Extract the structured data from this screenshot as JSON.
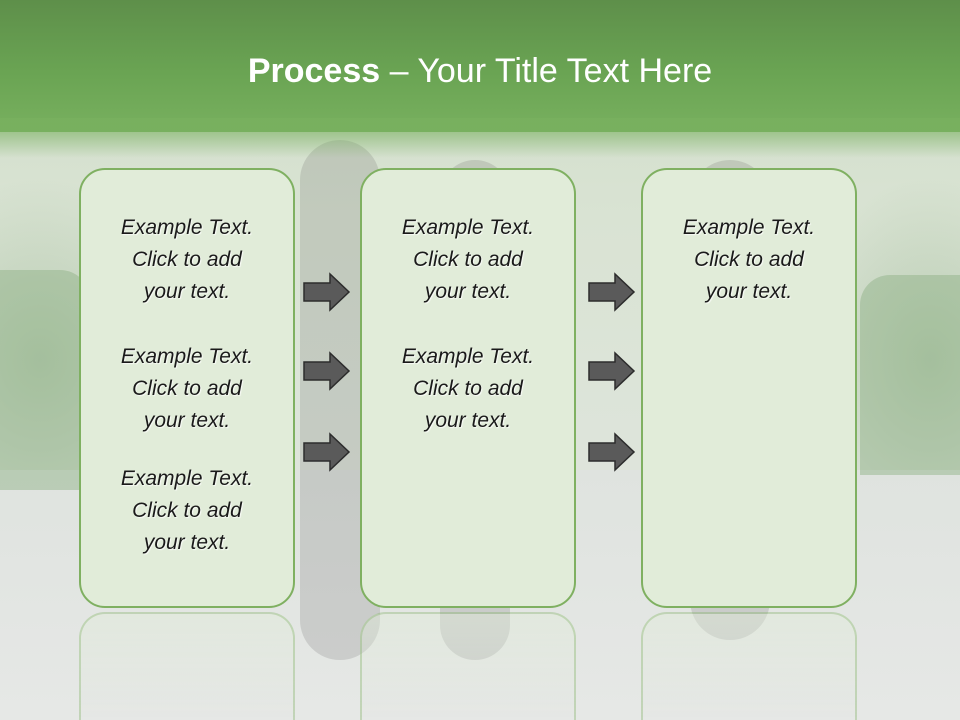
{
  "slide": {
    "title_bold": "Process",
    "title_rest": " – Your Title Text Here"
  },
  "columns": [
    {
      "items": [
        {
          "line1": "Example Text.",
          "line2": "Click  to add",
          "line3": "your text."
        },
        {
          "line1": "Example Text.",
          "line2": "Click  to add",
          "line3": "your text."
        },
        {
          "line1": "Example Text.",
          "line2": "Click  to add",
          "line3": "your text."
        }
      ]
    },
    {
      "items": [
        {
          "line1": "Example Text.",
          "line2": "Click  to add",
          "line3": "your text."
        },
        {
          "line1": "Example Text.",
          "line2": "Click  to add",
          "line3": "your text."
        }
      ]
    },
    {
      "items": [
        {
          "line1": "Example Text.",
          "line2": "Click  to add",
          "line3": "your text."
        }
      ]
    }
  ],
  "icons": {
    "arrow": "right-arrow-icon"
  },
  "colors": {
    "header": "#6aa453",
    "panel_fill": "#e1ecd9",
    "panel_border": "#7fb061",
    "arrow": "#5a5a5a"
  }
}
